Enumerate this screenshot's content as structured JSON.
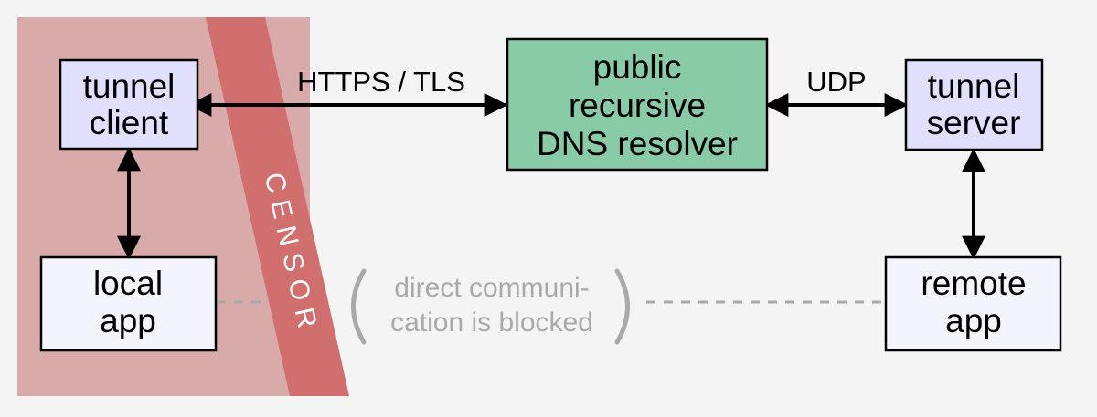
{
  "diagram": {
    "censor_label": "CENSOR",
    "nodes": {
      "tunnel_client": [
        "tunnel",
        "client"
      ],
      "dns_resolver": [
        "public",
        "recursive",
        "DNS resolver"
      ],
      "tunnel_server": [
        "tunnel",
        "server"
      ],
      "local_app": [
        "local",
        "app"
      ],
      "remote_app": [
        "remote",
        "app"
      ]
    },
    "edges": {
      "client_resolver": "HTTPS / TLS",
      "resolver_server": "UDP"
    },
    "blocked_note": [
      "direct communi-",
      "cation is blocked"
    ]
  },
  "colors": {
    "background": "#f4f4f4",
    "censored_region": "#d8aaaa",
    "censor_band": "#d16f6f",
    "tunnel_box": "#e0e0fc",
    "resolver_box": "#8acba7",
    "app_box": "#f4f4fc",
    "blocked_note": "#a9a9a9"
  },
  "icons": {
    "connection_arrows": "double-headed-arrow",
    "blocked_link": "dashed-line"
  }
}
